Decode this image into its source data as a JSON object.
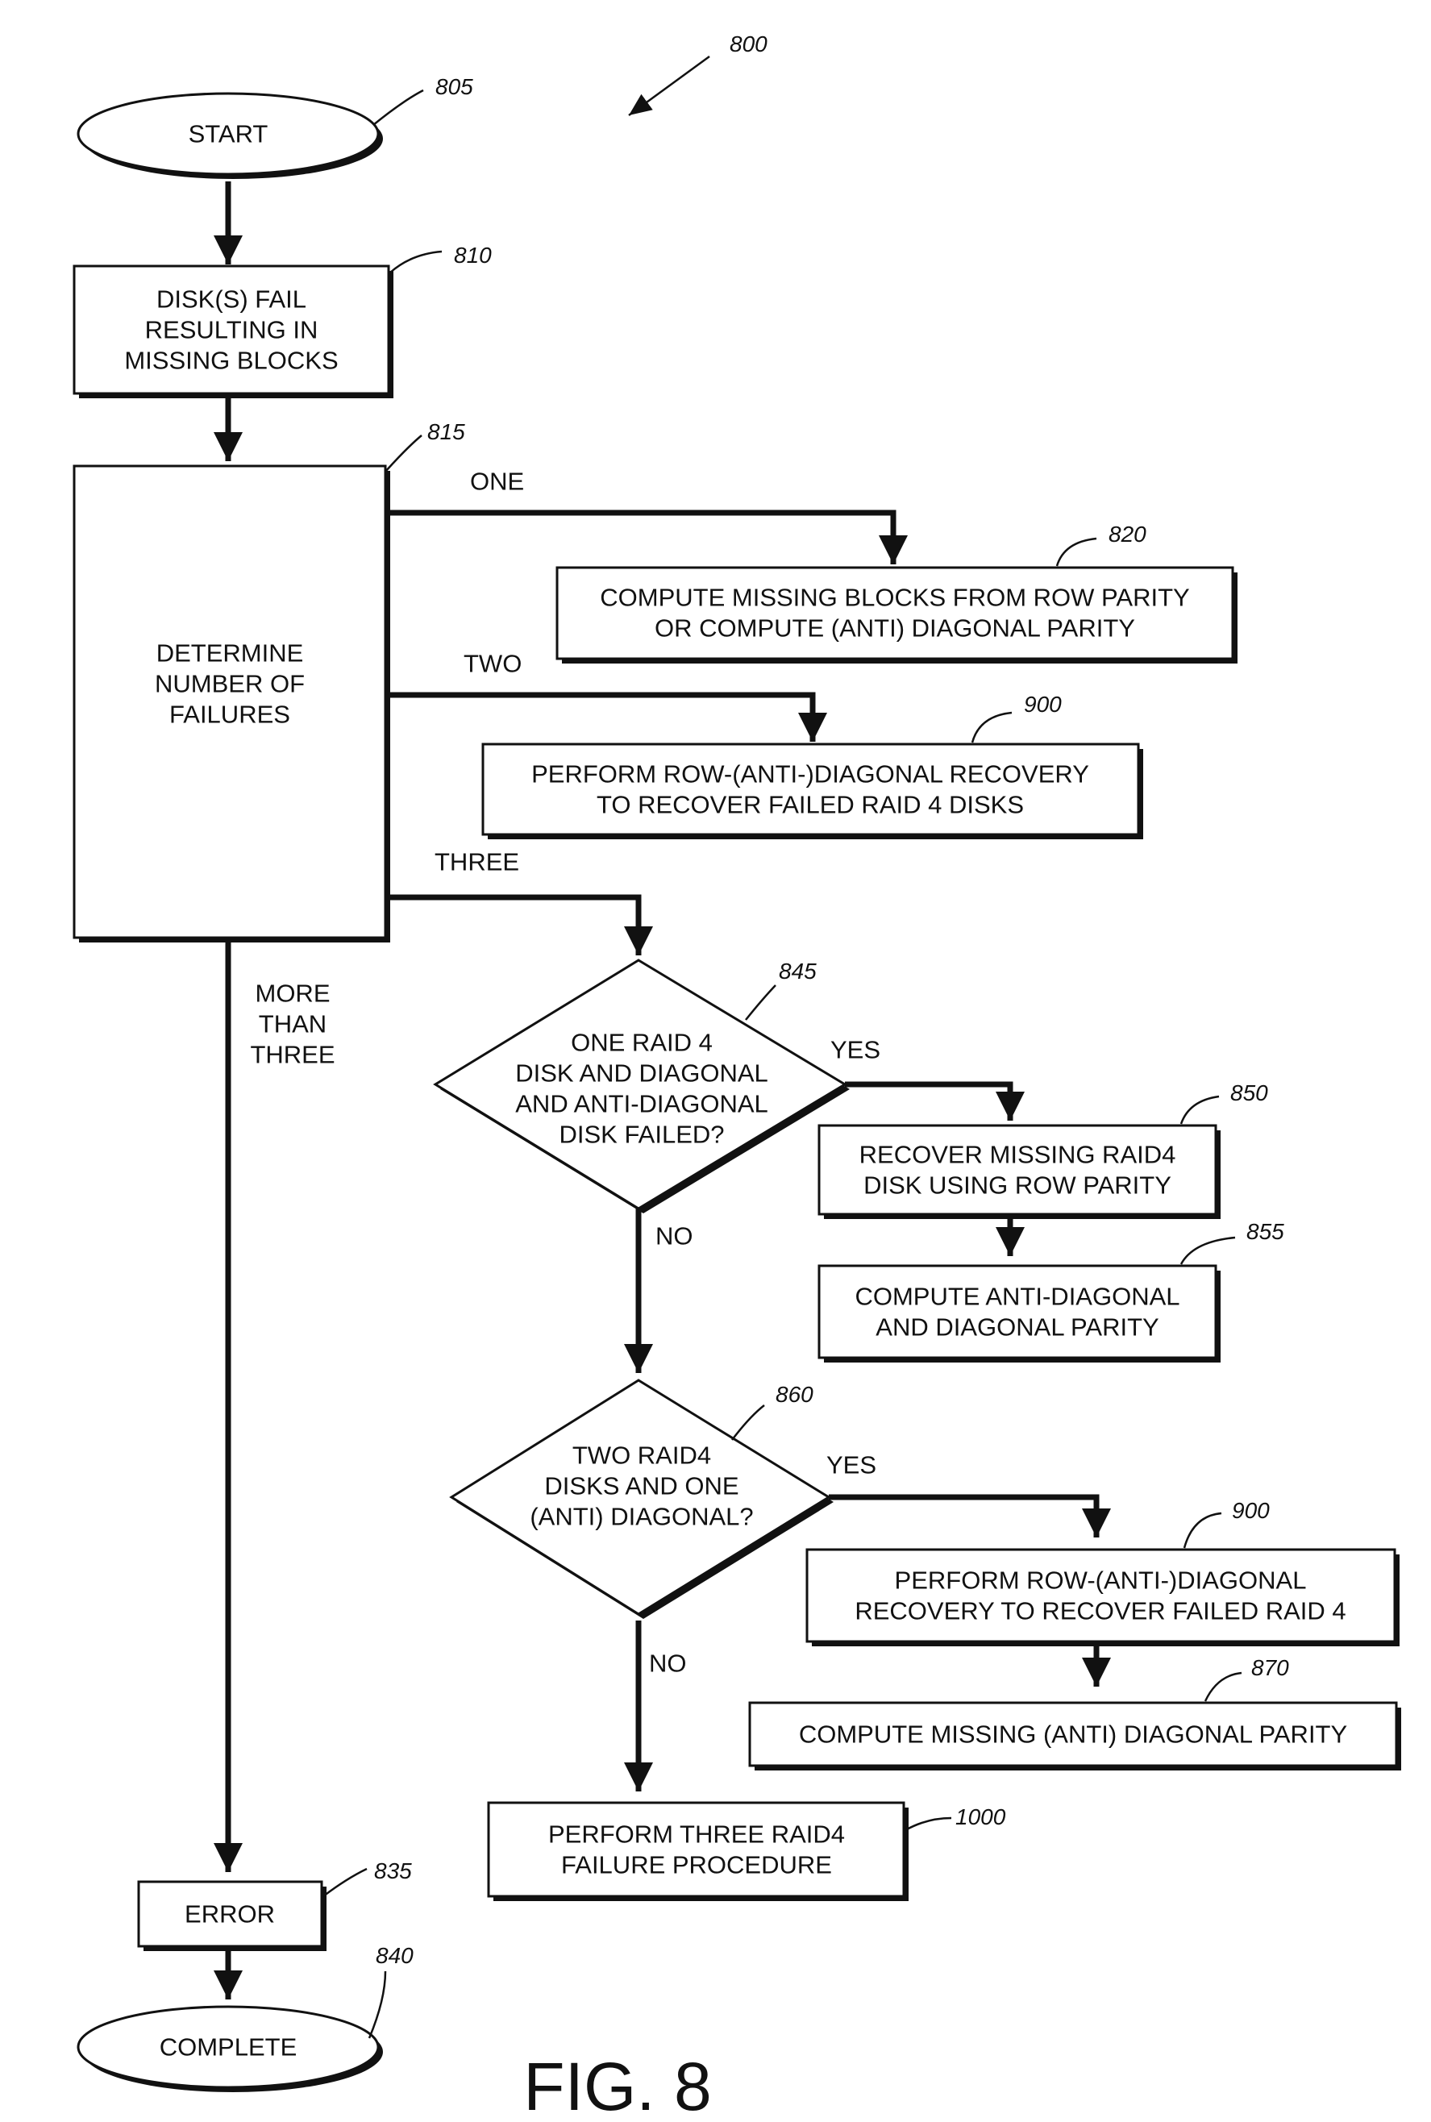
{
  "figure": {
    "label": "FIG. 8",
    "ref": "800"
  },
  "nodes": {
    "start": {
      "ref": "805",
      "lines": [
        "START"
      ]
    },
    "fail": {
      "ref": "810",
      "lines": [
        "DISK(S) FAIL",
        "RESULTING IN",
        "MISSING BLOCKS"
      ]
    },
    "determine": {
      "ref": "815",
      "lines": [
        "DETERMINE",
        "NUMBER OF",
        "FAILURES"
      ]
    },
    "one": {
      "ref": "820",
      "lines": [
        "COMPUTE MISSING BLOCKS FROM ROW PARITY",
        "OR COMPUTE (ANTI) DIAGONAL PARITY"
      ]
    },
    "two": {
      "ref": "900",
      "lines": [
        "PERFORM ROW-(ANTI-)DIAGONAL RECOVERY",
        "TO RECOVER FAILED RAID 4 DISKS"
      ]
    },
    "dec845": {
      "ref": "845",
      "lines": [
        "ONE RAID 4",
        "DISK AND DIAGONAL",
        "AND ANTI-DIAGONAL",
        "DISK FAILED?"
      ]
    },
    "b850": {
      "ref": "850",
      "lines": [
        "RECOVER MISSING RAID4",
        "DISK USING ROW PARITY"
      ]
    },
    "b855": {
      "ref": "855",
      "lines": [
        "COMPUTE ANTI-DIAGONAL",
        "AND DIAGONAL PARITY"
      ]
    },
    "dec860": {
      "ref": "860",
      "lines": [
        "TWO RAID4",
        "DISKS AND ONE",
        "(ANTI) DIAGONAL?"
      ]
    },
    "b900b": {
      "ref": "900",
      "lines": [
        "PERFORM ROW-(ANTI-)DIAGONAL",
        "RECOVERY TO RECOVER FAILED RAID 4"
      ]
    },
    "b870": {
      "ref": "870",
      "lines": [
        "COMPUTE MISSING (ANTI) DIAGONAL PARITY"
      ]
    },
    "b1000": {
      "ref": "1000",
      "lines": [
        "PERFORM THREE RAID4",
        "FAILURE PROCEDURE"
      ]
    },
    "error": {
      "ref": "835",
      "lines": [
        "ERROR"
      ]
    },
    "complete": {
      "ref": "840",
      "lines": [
        "COMPLETE"
      ]
    }
  },
  "edges": {
    "one": [
      "ONE"
    ],
    "two": [
      "TWO"
    ],
    "three": [
      "THREE"
    ],
    "more": [
      "MORE",
      "THAN",
      "THREE"
    ],
    "yes845": [
      "YES"
    ],
    "no845": [
      "NO"
    ],
    "yes860": [
      "YES"
    ],
    "no860": [
      "NO"
    ]
  }
}
